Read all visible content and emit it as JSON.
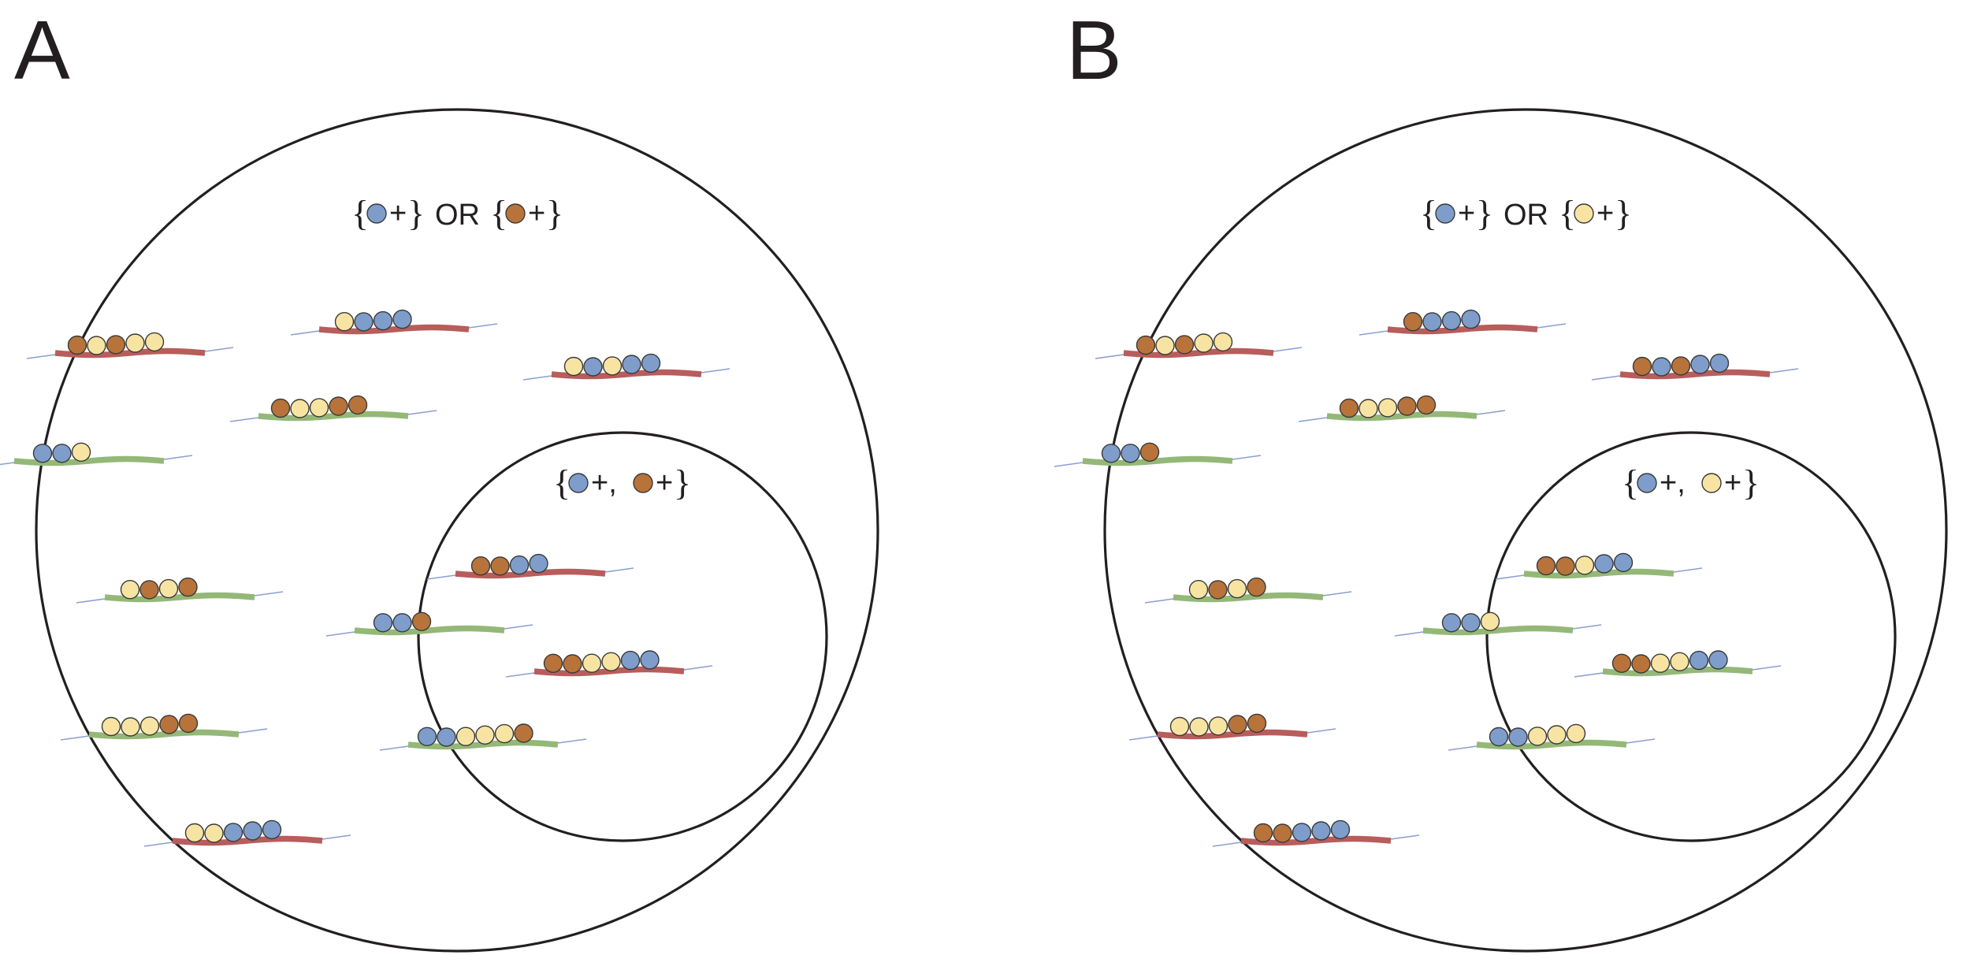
{
  "colors": {
    "blue": "#7e9dcb",
    "brown": "#b8733a",
    "yellow": "#f8e4a2",
    "red_strand": "#b85c5c",
    "green_strand": "#94b877",
    "outline": "#231f20"
  },
  "panels": [
    {
      "letter": "A",
      "outer_formula": {
        "left": "+",
        "connector": "OR",
        "right": "+",
        "left_color": "blue",
        "right_color": "brown"
      },
      "inner_formula": {
        "left": "+,",
        "right": "+",
        "left_color": "blue",
        "right_color": "brown"
      },
      "strands": [
        {
          "color": "red_strand",
          "beads": [
            "brown",
            "yellow",
            "brown",
            "yellow",
            "yellow"
          ]
        },
        {
          "color": "red_strand",
          "beads": [
            "yellow",
            "blue",
            "blue",
            "blue"
          ]
        },
        {
          "color": "red_strand",
          "beads": [
            "yellow",
            "blue",
            "yellow",
            "blue",
            "blue"
          ]
        },
        {
          "color": "green_strand",
          "beads": [
            "brown",
            "yellow",
            "yellow",
            "brown",
            "brown"
          ]
        },
        {
          "color": "green_strand",
          "beads": [
            "blue",
            "blue",
            "yellow"
          ]
        },
        {
          "color": "green_strand",
          "beads": [
            "yellow",
            "brown",
            "yellow",
            "brown"
          ]
        },
        {
          "color": "green_strand",
          "beads": [
            "yellow",
            "yellow",
            "yellow",
            "brown",
            "brown"
          ]
        },
        {
          "color": "red_strand",
          "beads": [
            "yellow",
            "yellow",
            "blue",
            "blue",
            "blue"
          ]
        },
        {
          "color": "red_strand",
          "beads": [
            "brown",
            "brown",
            "blue",
            "blue"
          ]
        },
        {
          "color": "green_strand",
          "beads": [
            "blue",
            "blue",
            "brown"
          ]
        },
        {
          "color": "red_strand",
          "beads": [
            "brown",
            "brown",
            "yellow",
            "yellow",
            "blue",
            "blue"
          ]
        },
        {
          "color": "green_strand",
          "beads": [
            "blue",
            "blue",
            "yellow",
            "yellow",
            "yellow",
            "brown"
          ]
        }
      ]
    },
    {
      "letter": "B",
      "outer_formula": {
        "left": "+",
        "connector": "OR",
        "right": "+",
        "left_color": "blue",
        "right_color": "yellow"
      },
      "inner_formula": {
        "left": "+,",
        "right": "+",
        "left_color": "blue",
        "right_color": "yellow"
      },
      "strands": [
        {
          "color": "red_strand",
          "beads": [
            "brown",
            "yellow",
            "brown",
            "yellow",
            "yellow"
          ]
        },
        {
          "color": "red_strand",
          "beads": [
            "brown",
            "blue",
            "blue",
            "blue"
          ]
        },
        {
          "color": "red_strand",
          "beads": [
            "brown",
            "blue",
            "brown",
            "blue",
            "blue"
          ]
        },
        {
          "color": "green_strand",
          "beads": [
            "brown",
            "yellow",
            "yellow",
            "brown",
            "brown"
          ]
        },
        {
          "color": "green_strand",
          "beads": [
            "blue",
            "blue",
            "brown"
          ]
        },
        {
          "color": "green_strand",
          "beads": [
            "yellow",
            "brown",
            "yellow",
            "brown"
          ]
        },
        {
          "color": "red_strand",
          "beads": [
            "yellow",
            "yellow",
            "yellow",
            "brown",
            "brown"
          ]
        },
        {
          "color": "red_strand",
          "beads": [
            "brown",
            "brown",
            "blue",
            "blue",
            "blue"
          ]
        },
        {
          "color": "green_strand",
          "beads": [
            "brown",
            "brown",
            "yellow",
            "blue",
            "blue"
          ]
        },
        {
          "color": "green_strand",
          "beads": [
            "blue",
            "blue",
            "yellow"
          ]
        },
        {
          "color": "green_strand",
          "beads": [
            "brown",
            "brown",
            "yellow",
            "yellow",
            "blue",
            "blue"
          ]
        },
        {
          "color": "green_strand",
          "beads": [
            "blue",
            "blue",
            "yellow",
            "yellow",
            "yellow"
          ]
        }
      ]
    }
  ]
}
